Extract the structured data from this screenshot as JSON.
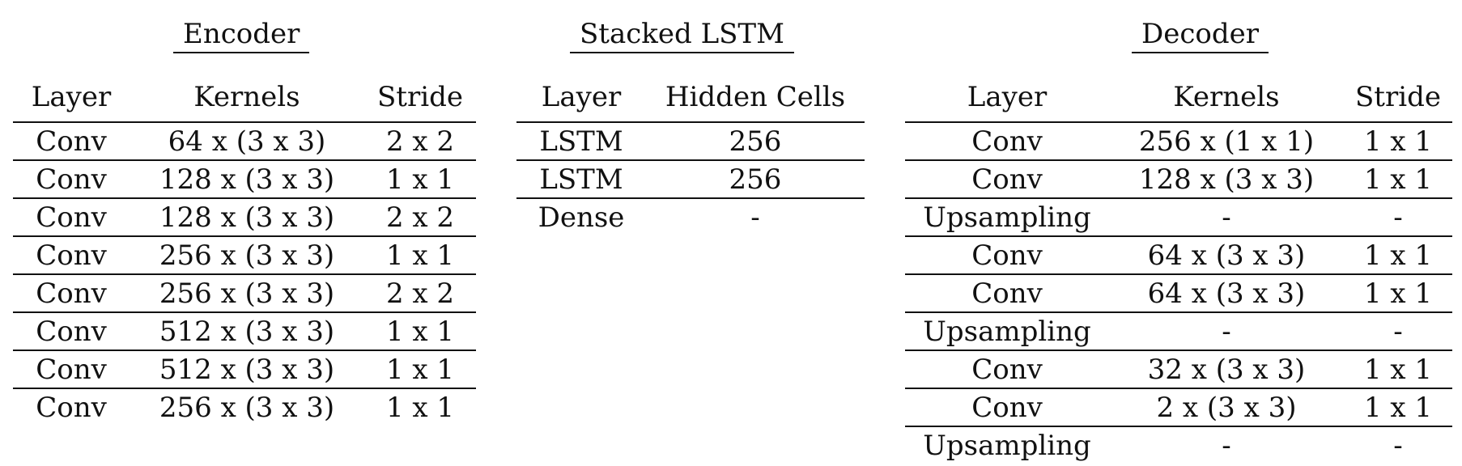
{
  "encoder": {
    "title": "Encoder",
    "headers": [
      "Layer",
      "Kernels",
      "Stride"
    ],
    "rows": [
      [
        "Conv",
        "64 x (3 x 3)",
        "2 x 2"
      ],
      [
        "Conv",
        "128 x (3 x 3)",
        "1 x 1"
      ],
      [
        "Conv",
        "128 x (3 x 3)",
        "2 x 2"
      ],
      [
        "Conv",
        "256 x (3 x 3)",
        "1 x 1"
      ],
      [
        "Conv",
        "256 x (3 x 3)",
        "2 x 2"
      ],
      [
        "Conv",
        "512 x (3 x 3)",
        "1 x 1"
      ],
      [
        "Conv",
        "512 x (3 x 3)",
        "1 x 1"
      ],
      [
        "Conv",
        "256 x (3 x 3)",
        "1 x 1"
      ]
    ]
  },
  "lstm": {
    "title": "Stacked LSTM",
    "headers": [
      "Layer",
      "Hidden Cells"
    ],
    "rows": [
      [
        "LSTM",
        "256"
      ],
      [
        "LSTM",
        "256"
      ],
      [
        "Dense",
        "-"
      ]
    ]
  },
  "decoder": {
    "title": "Decoder",
    "headers": [
      "Layer",
      "Kernels",
      "Stride"
    ],
    "rows": [
      [
        "Conv",
        "256 x (1 x 1)",
        "1 x 1"
      ],
      [
        "Conv",
        "128 x (3 x 3)",
        "1 x 1"
      ],
      [
        "Upsampling",
        "-",
        "-"
      ],
      [
        "Conv",
        "64 x (3 x 3)",
        "1 x 1"
      ],
      [
        "Conv",
        "64 x (3 x 3)",
        "1 x 1"
      ],
      [
        "Upsampling",
        "-",
        "-"
      ],
      [
        "Conv",
        "32 x (3 x 3)",
        "1 x 1"
      ],
      [
        "Conv",
        "2 x (3 x 3)",
        "1 x 1"
      ],
      [
        "Upsampling",
        "-",
        "-"
      ]
    ]
  }
}
